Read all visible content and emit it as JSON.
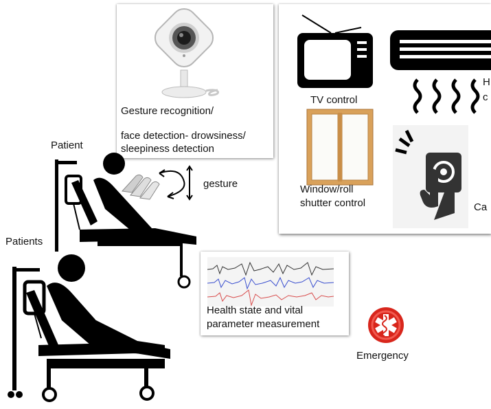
{
  "camera_card": {
    "line1": "Gesture recognition/",
    "line2": "face detection- drowsiness/",
    "line3": "sleepiness detection"
  },
  "controls_card": {
    "tv_label": "TV control",
    "window_label_1": "Window/roll",
    "window_label_2": "shutter control",
    "heater_label_partial_1": "H",
    "heater_label_partial_2": "c",
    "call_label_partial": "Ca"
  },
  "patient_labels": {
    "patient": "Patient",
    "patients": "Patients"
  },
  "gesture_label": "gesture",
  "vitals_card": {
    "line1": "Health state and vital",
    "line2": "parameter measurement"
  },
  "emergency_label": "Emergency",
  "colors": {
    "emergency_red": "#d8261c",
    "wood": "#d9a15a",
    "signal_red": "#d84a4a",
    "signal_blue": "#3a4fcf",
    "signal_black": "#333333"
  }
}
